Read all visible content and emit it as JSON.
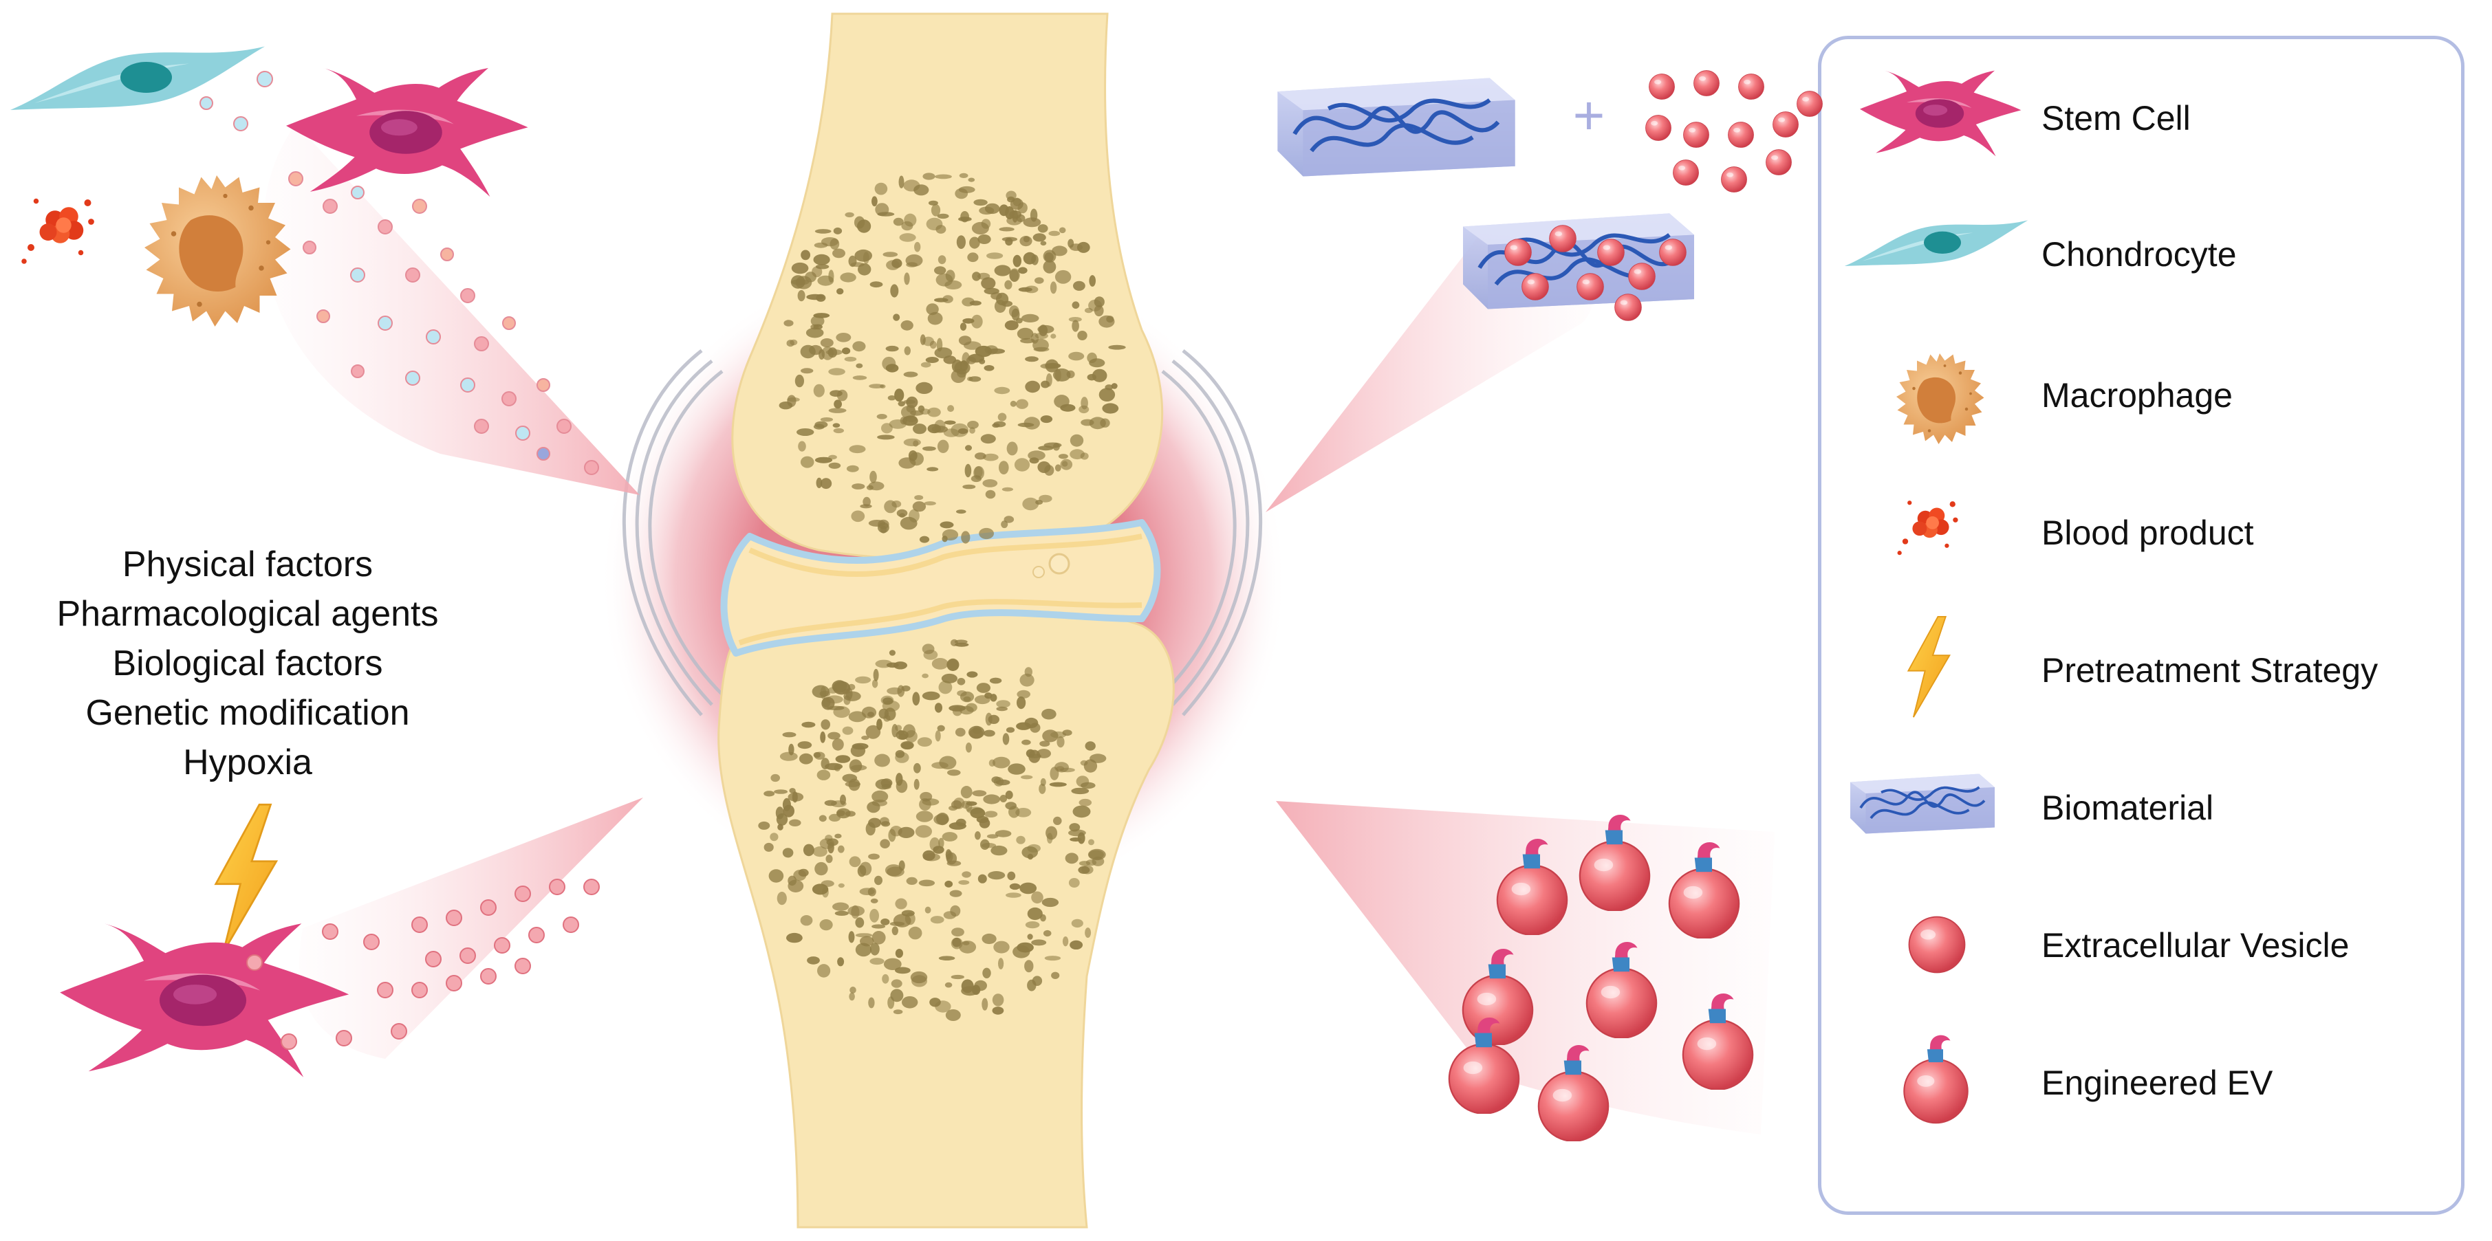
{
  "treatment_factors": [
    "Physical factors",
    "Pharmacological agents",
    "Biological factors",
    "Genetic modification",
    "Hypoxia"
  ],
  "legend": {
    "items": [
      {
        "label": "Stem Cell",
        "icon": "stem-cell-icon"
      },
      {
        "label": "Chondrocyte",
        "icon": "chondrocyte-icon"
      },
      {
        "label": "Macrophage",
        "icon": "macrophage-icon"
      },
      {
        "label": "Blood product",
        "icon": "blood-product-icon"
      },
      {
        "label": "Pretreatment Strategy",
        "icon": "lightning-bolt-icon"
      },
      {
        "label": "Biomaterial",
        "icon": "biomaterial-icon"
      },
      {
        "label": "Extracellular Vesicle",
        "icon": "extracellular-vesicle-icon"
      },
      {
        "label": "Engineered EV",
        "icon": "engineered-ev-icon"
      }
    ]
  },
  "colors": {
    "bone": "#f9e6b4",
    "trabecular_pores": "#8f7c45",
    "synovium_glow": "#e98c98",
    "cartilage_line": "#a9cfe6",
    "stem_cell": "#e0447f",
    "chondrocyte": "#8fd2dc",
    "macrophage": "#e9a866",
    "blood_product": "#e23a1a",
    "lightning_bolt": "#f6b324",
    "biomaterial": "#9aa6dc",
    "biomaterial_fiber": "#2b58b5",
    "vesicle": "#ee6e76",
    "ev_ligand": "#3e86c4",
    "legend_border": "#b3bde3"
  }
}
